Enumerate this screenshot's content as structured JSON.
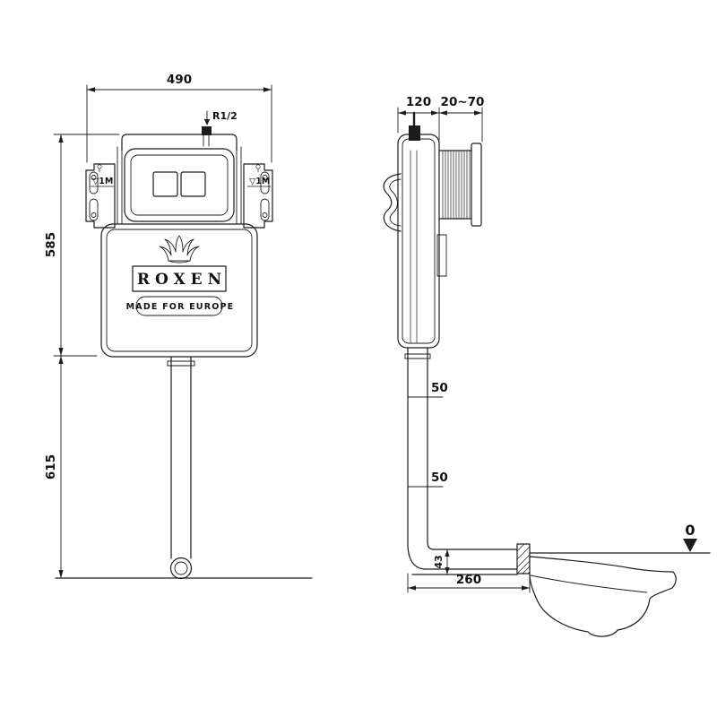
{
  "page": {
    "background_color": "#ffffff",
    "line_color": "#1c1c1c"
  },
  "front_view": {
    "dim_width": "490",
    "dim_height_upper": "585",
    "dim_height_lower": "615",
    "inlet_label": "R1/2",
    "level_mark_left": "▽1M",
    "level_mark_right": "▽1M",
    "logo_text": "ROXEN",
    "tagline_text": "MADE FOR EUROPE"
  },
  "side_view": {
    "dim_depth": "120",
    "dim_wall_adjust": "20~70",
    "dim_pipe_upper": "50",
    "dim_pipe_lower": "50",
    "dim_outlet_height": "43",
    "dim_outlet_offset": "260",
    "datum_label": "0"
  }
}
